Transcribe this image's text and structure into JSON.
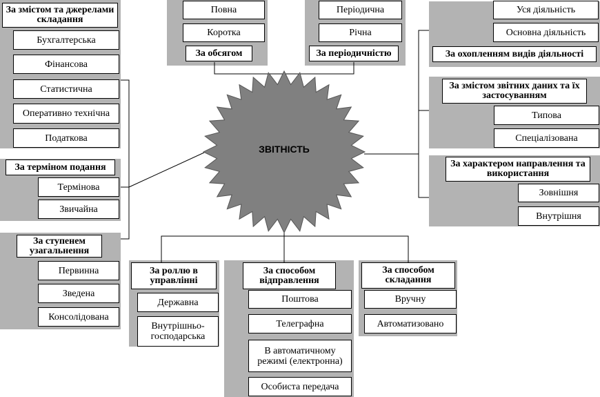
{
  "center": "ЗВІТНІСТЬ",
  "groups": {
    "content_sources": {
      "title": "За змістом та джерелами складання",
      "items": [
        "Бухгалтерська",
        "Фінансова",
        "Статистична",
        "Оперативно технічна",
        "Податкова"
      ]
    },
    "submission_term": {
      "title": "За терміном подання",
      "items": [
        "Термінова",
        "Звичайна"
      ]
    },
    "generalization": {
      "title": "За ступенем узагальнення",
      "items": [
        "Первинна",
        "Зведена",
        "Консолідована"
      ]
    },
    "volume": {
      "title": "За обсягом",
      "items": [
        "Повна",
        "Коротка"
      ]
    },
    "periodicity": {
      "title": "За періодичністю",
      "items": [
        "Періодична",
        "Річна"
      ]
    },
    "activity_coverage": {
      "title": "За охопленням видів діяльності",
      "items": [
        "Уся діяльність",
        "Основна діяльність"
      ]
    },
    "report_data": {
      "title": "За змістом звітних даних та їх застосуванням",
      "items": [
        "Типова",
        "Спеціалізована"
      ]
    },
    "usage": {
      "title": "За характером направлення та використання",
      "items": [
        "Зовнішня",
        "Внутрішня"
      ]
    },
    "management_role": {
      "title": "За роллю в управлінні",
      "items": [
        "Державна",
        "Внутрішньо-господарська"
      ]
    },
    "sending_method": {
      "title": "За способом відправлення",
      "items": [
        "Поштова",
        "Телеграфна",
        "В автоматичному режимі (електронна)",
        "Особиста передача"
      ]
    },
    "compilation_method": {
      "title": "За способом складання",
      "items": [
        "Вручну",
        "Автоматизовано"
      ]
    }
  }
}
